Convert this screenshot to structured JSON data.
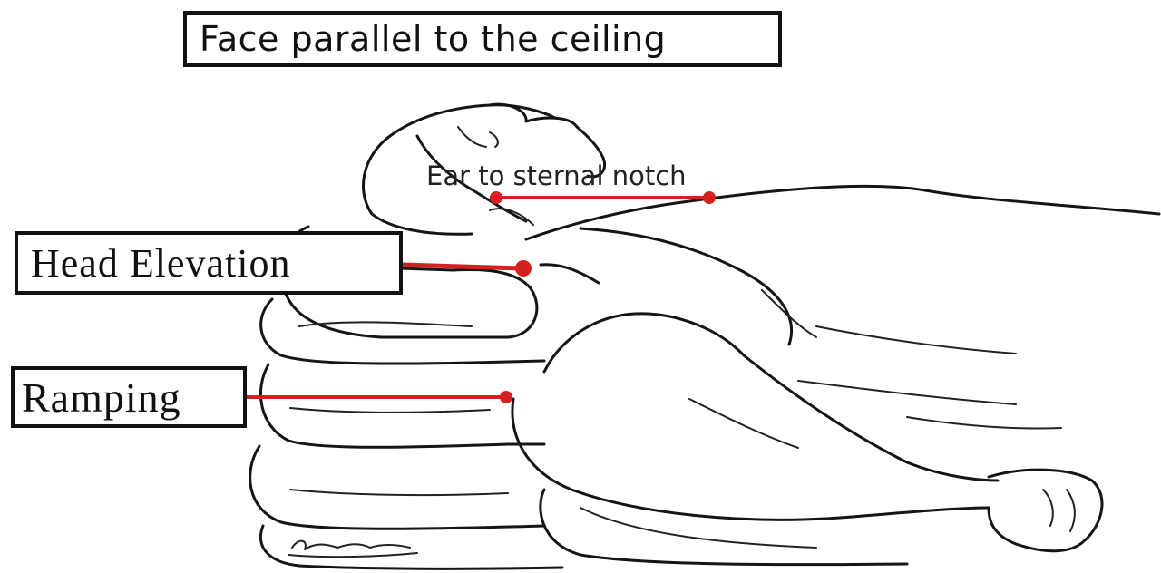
{
  "title": "Face parallel to the ceiling",
  "labels": {
    "ear_to_sternal_notch": "Ear to sternal notch",
    "head_elevation": "Head Elevation",
    "ramping": "Ramping"
  },
  "colors": {
    "marker": "#d62020",
    "ink": "#151515",
    "background": "#ffffff"
  }
}
